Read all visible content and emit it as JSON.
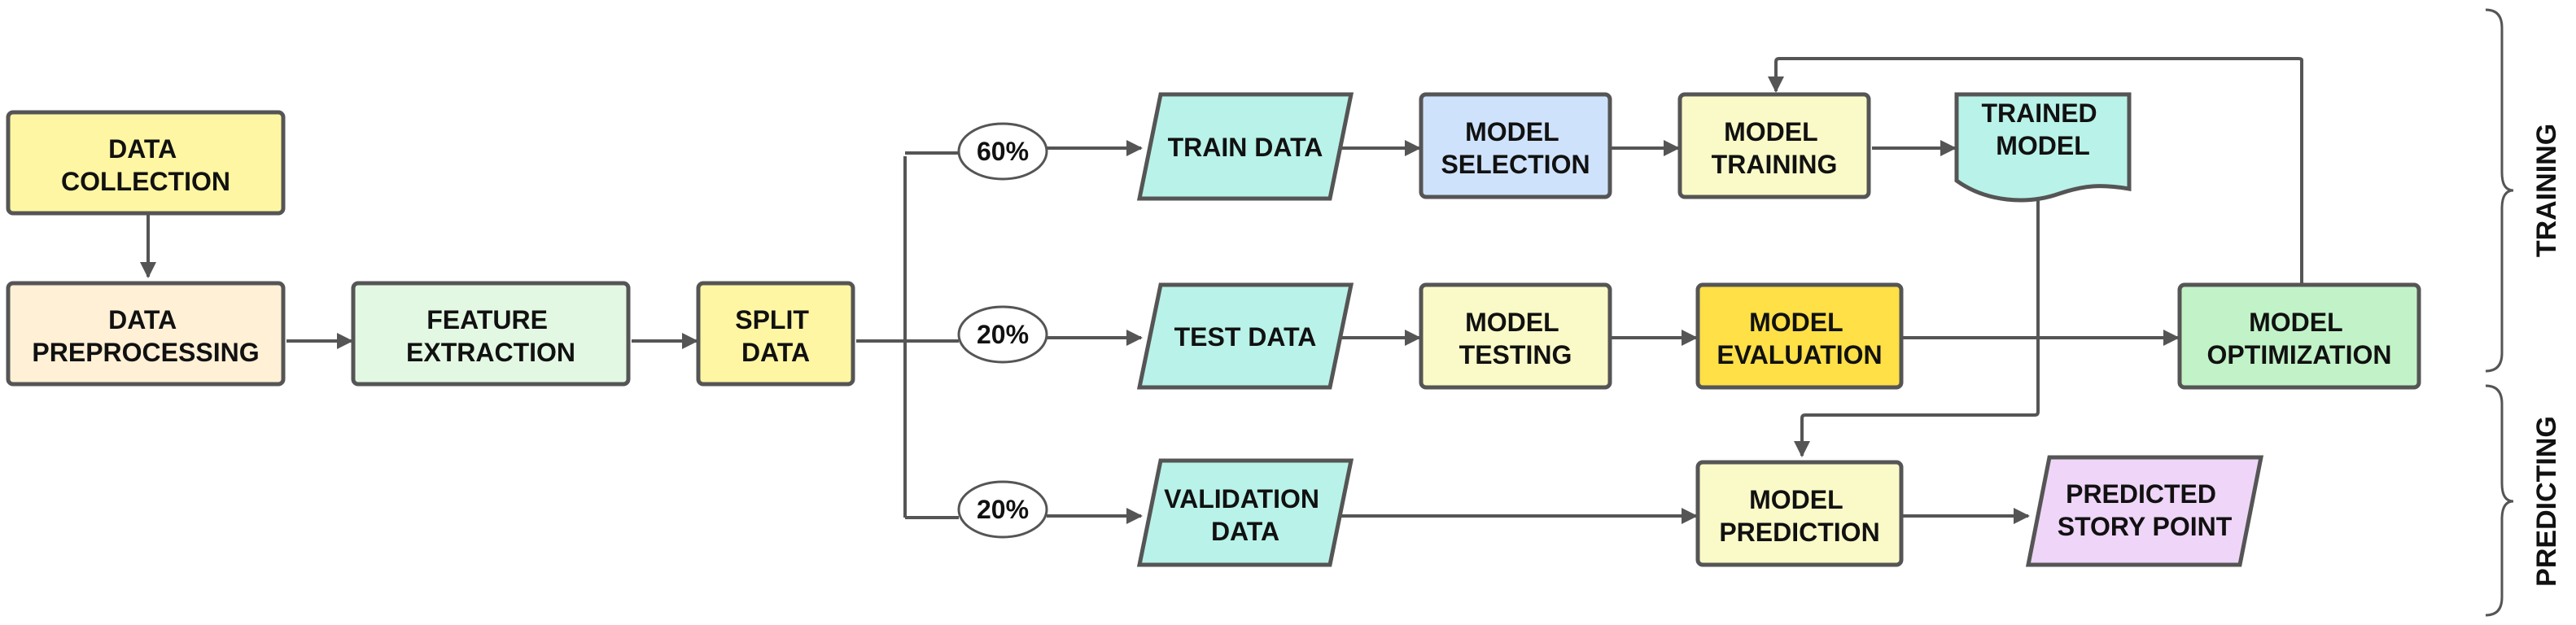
{
  "nodes": {
    "data_collection": {
      "lines": [
        "DATA",
        "COLLECTION"
      ],
      "fill": "#FFF6A3"
    },
    "data_preprocessing": {
      "lines": [
        "DATA",
        "PREPROCESSING"
      ],
      "fill": "#FFF0D6"
    },
    "feature_extraction": {
      "lines": [
        "FEATURE",
        "EXTRACTION"
      ],
      "fill": "#E3F8E3"
    },
    "split_data": {
      "lines": [
        "SPLIT",
        "DATA"
      ],
      "fill": "#FFF6A3"
    },
    "train_data": {
      "lines": [
        "TRAIN DATA"
      ],
      "fill": "#B9F2E8"
    },
    "test_data": {
      "lines": [
        "TEST DATA"
      ],
      "fill": "#B9F2E8"
    },
    "validation_data": {
      "lines": [
        "VALIDATION",
        "DATA"
      ],
      "fill": "#B9F2E8"
    },
    "model_selection": {
      "lines": [
        "MODEL",
        "SELECTION"
      ],
      "fill": "#CFE2FB"
    },
    "model_training": {
      "lines": [
        "MODEL",
        "TRAINING"
      ],
      "fill": "#FAFAC8"
    },
    "trained_model": {
      "lines": [
        "TRAINED",
        "MODEL"
      ],
      "fill": "#B9F2E8"
    },
    "model_testing": {
      "lines": [
        "MODEL",
        "TESTING"
      ],
      "fill": "#FAFAC8"
    },
    "model_evaluation": {
      "lines": [
        "MODEL",
        "EVALUATION"
      ],
      "fill": "#FFE047"
    },
    "model_optimization": {
      "lines": [
        "MODEL",
        "OPTIMIZATION"
      ],
      "fill": "#C2F3C8"
    },
    "model_prediction": {
      "lines": [
        "MODEL",
        "PREDICTION"
      ],
      "fill": "#FAFAC8"
    },
    "predicted_story_point": {
      "lines": [
        "PREDICTED",
        "STORY POINT"
      ],
      "fill": "#EFD5F8"
    }
  },
  "splits": {
    "train": "60%",
    "test": "20%",
    "validation": "20%"
  },
  "phases": {
    "training": "TRAINING",
    "predicting": "PREDICTING"
  },
  "colors": {
    "stroke": "#555555",
    "text": "#111111"
  }
}
